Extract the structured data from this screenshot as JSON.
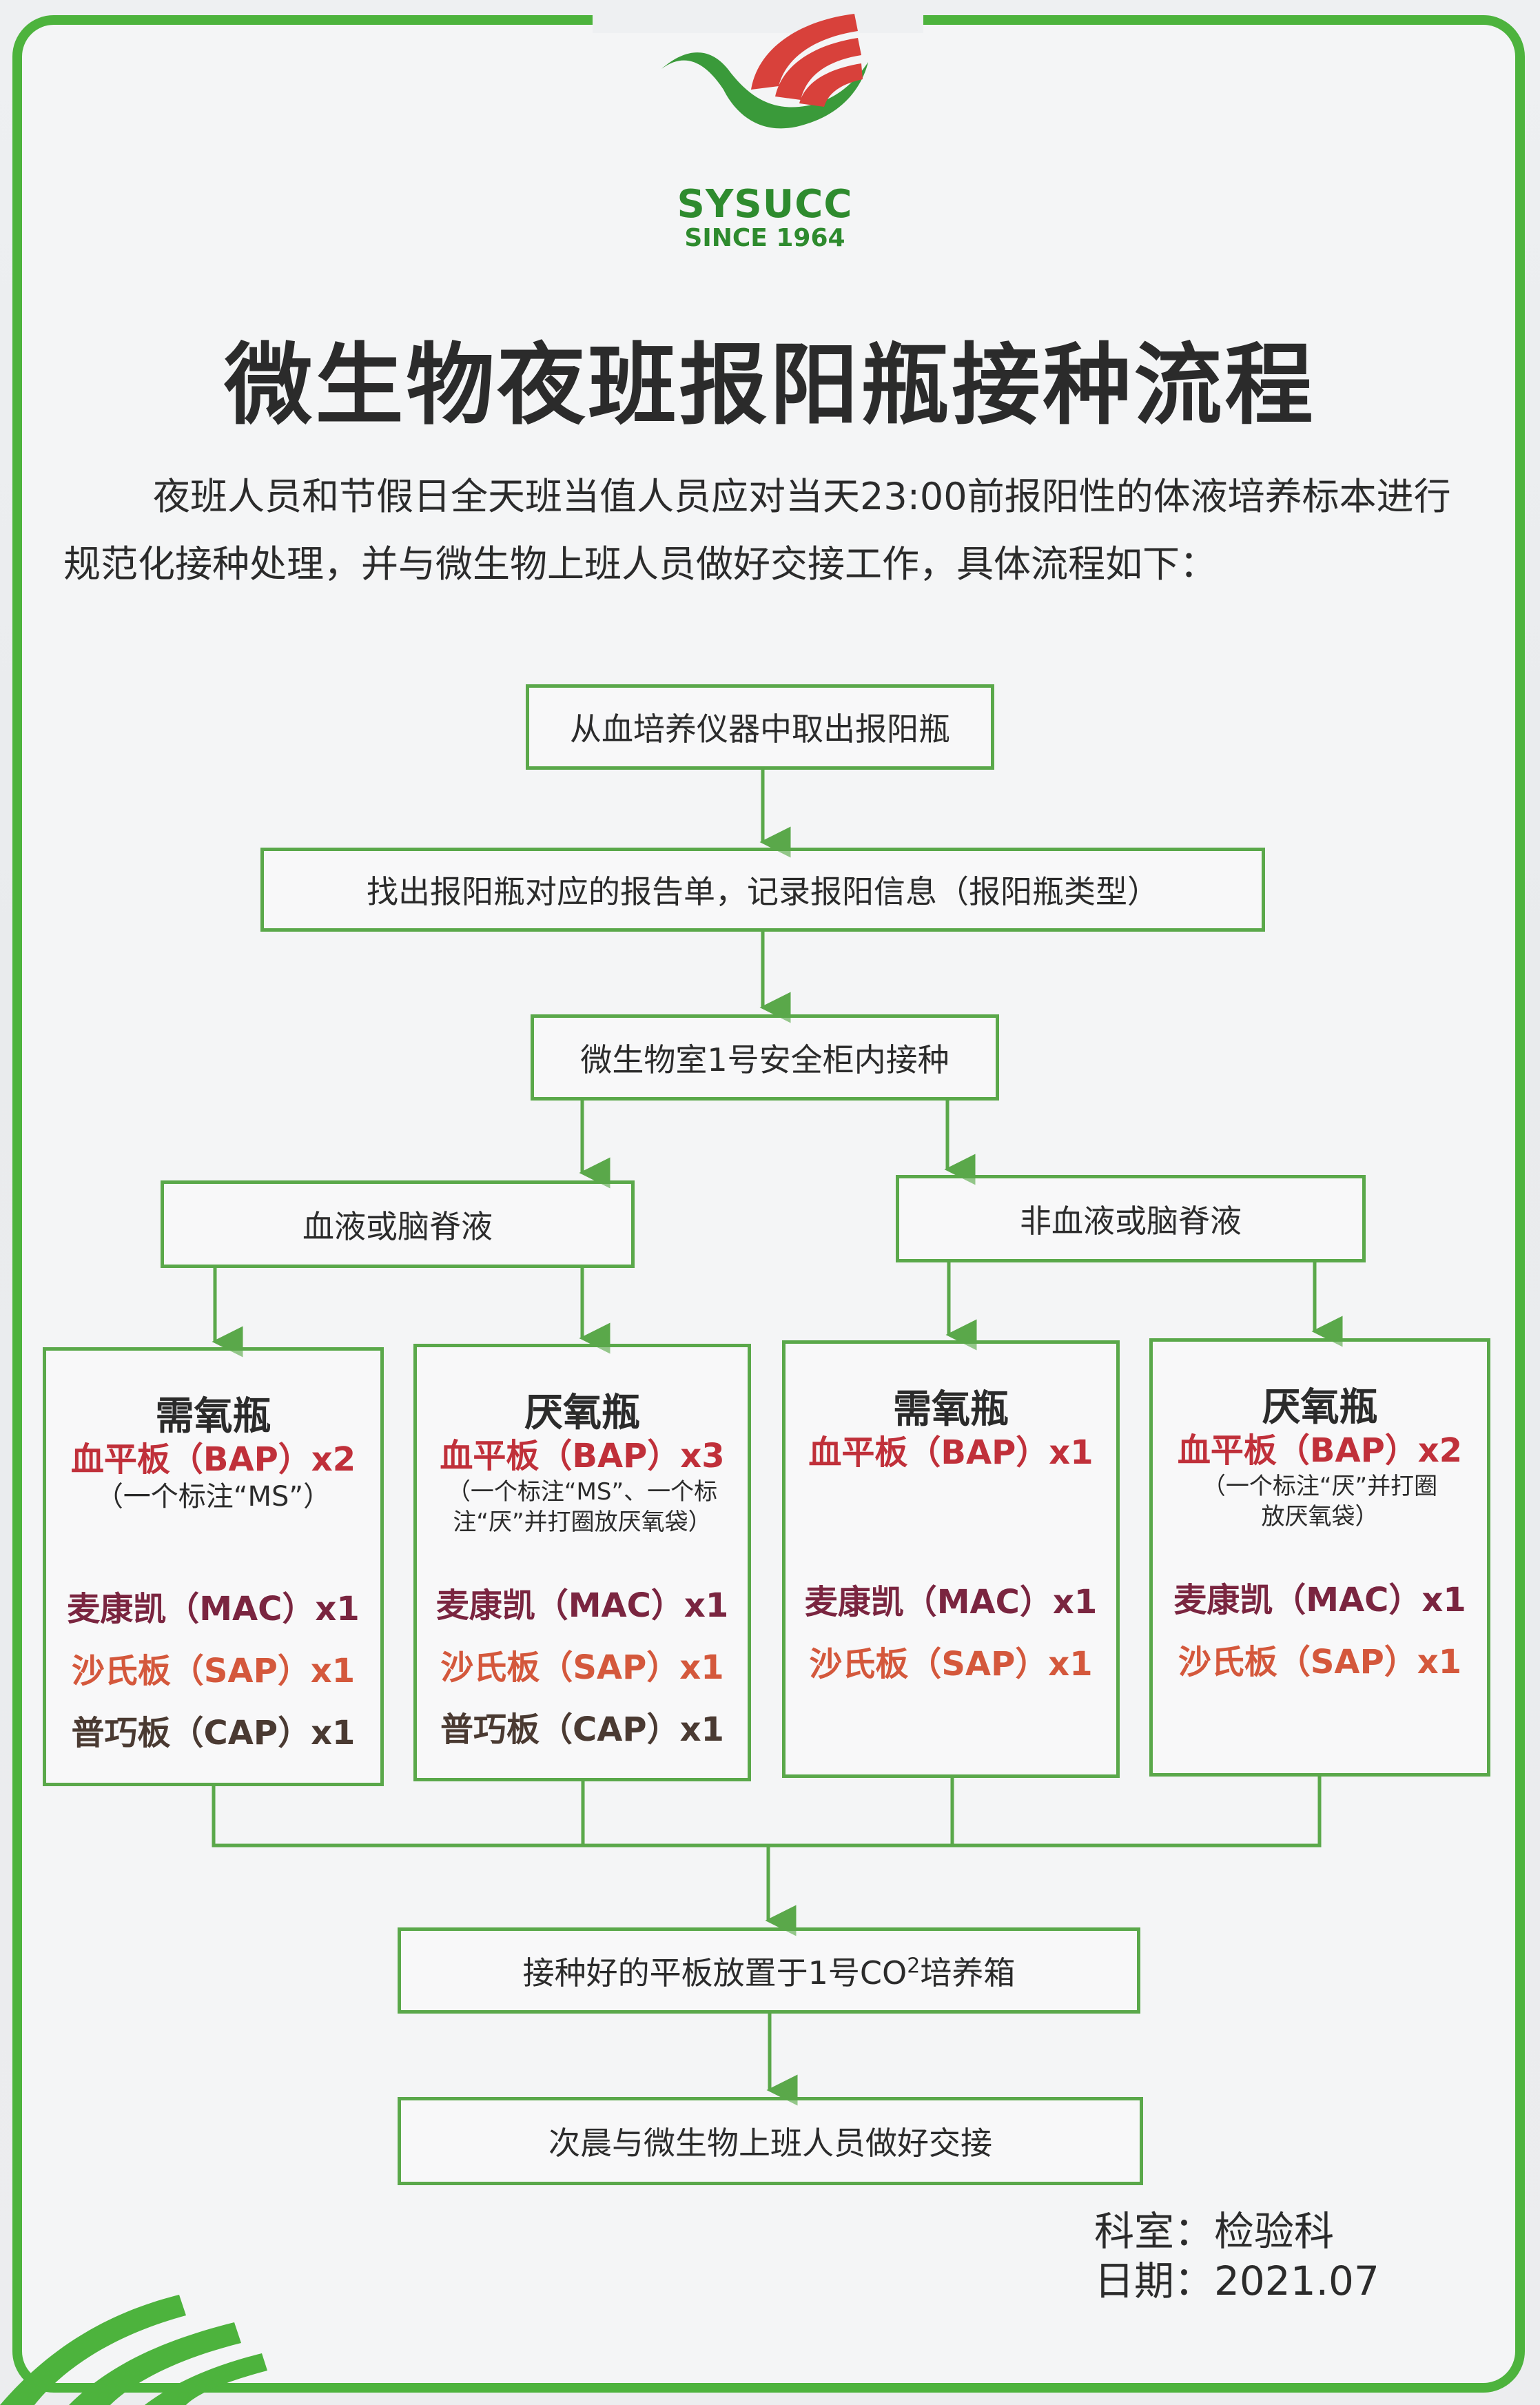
{
  "logo": {
    "name": "SYSUCC",
    "since": "SINCE 1964"
  },
  "title": "微生物夜班报阳瓶接种流程",
  "intro": "夜班人员和节假日全天班当值人员应对当天23:00前报阳性的体液培养标本进行规范化接种处理，并与微生物上班人员做好交接工作，具体流程如下：",
  "steps": {
    "step1": "从血培养仪器中取出报阳瓶",
    "step2": "找出报阳瓶对应的报告单，记录报阳信息（报阳瓶类型）",
    "step3": "微生物室1号安全柜内接种",
    "branch_left": "血液或脑脊液",
    "branch_right": "非血液或脑脊液",
    "step_final1_prefix": "接种好的平板放置于1号CO",
    "step_final1_sup": "2",
    "step_final1_suffix": "培养箱",
    "step_final2": "次晨与微生物上班人员做好交接"
  },
  "cards": [
    {
      "title": "需氧瓶",
      "bap": "血平板（BAP）x2",
      "note": "（一个标注“MS”）",
      "mac": "麦康凯（MAC）x1",
      "sap": "沙氏板（SAP）x1",
      "cap": "普巧板（CAP）x1"
    },
    {
      "title": "厌氧瓶",
      "bap": "血平板（BAP）x3",
      "note1": "（一个标注“MS”、一个标",
      "note2": "注“厌”并打圈放厌氧袋）",
      "mac": "麦康凯（MAC）x1",
      "sap": "沙氏板（SAP）x1",
      "cap": "普巧板（CAP）x1"
    },
    {
      "title": "需氧瓶",
      "bap": "血平板（BAP）x1",
      "mac": "麦康凯（MAC）x1",
      "sap": "沙氏板（SAP）x1"
    },
    {
      "title": "厌氧瓶",
      "bap": "血平板（BAP）x2",
      "note1": "（一个标注“厌”并打圈",
      "note2": "放厌氧袋）",
      "mac": "麦康凯（MAC）x1",
      "sap": "沙氏板（SAP）x1"
    }
  ],
  "footer": {
    "dept": "科室：检验科",
    "date": "日期：2021.07"
  },
  "colors": {
    "frame_green": "#4db33d",
    "line_green": "#5aa84a",
    "red": "#c0303a",
    "plum": "#7a2540",
    "orange": "#d4583c"
  }
}
